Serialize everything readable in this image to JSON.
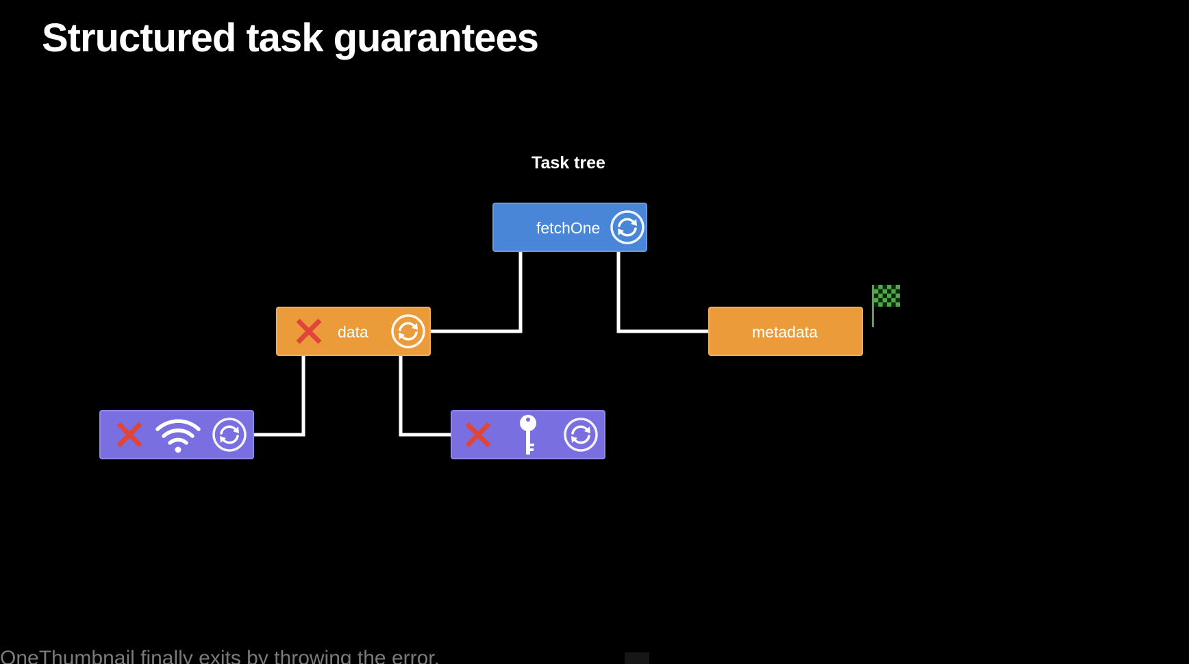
{
  "slide": {
    "title": "Structured task guarantees",
    "diagram_label": "Task tree",
    "caption": "OneThumbnail finally exits by throwing the error."
  },
  "nodes": {
    "fetch_one": {
      "label": "fetchOne",
      "color": "#4a86d8",
      "icons": [
        "refresh-icon"
      ]
    },
    "data": {
      "label": "data",
      "color": "#ec9b3b",
      "icons": [
        "cancel-x-icon",
        "refresh-icon"
      ]
    },
    "metadata": {
      "label": "metadata",
      "color": "#ec9b3b",
      "status_icon": "checkered-flag-icon"
    },
    "network": {
      "color": "#7a6fe0",
      "icons": [
        "cancel-x-icon",
        "wifi-icon",
        "refresh-icon"
      ]
    },
    "key": {
      "color": "#7a6fe0",
      "icons": [
        "cancel-x-icon",
        "key-icon",
        "refresh-icon"
      ]
    }
  },
  "colors": {
    "background": "#000000",
    "cancel": "#e0453a",
    "flag": "#4fa84a",
    "connector": "#ffffff"
  }
}
